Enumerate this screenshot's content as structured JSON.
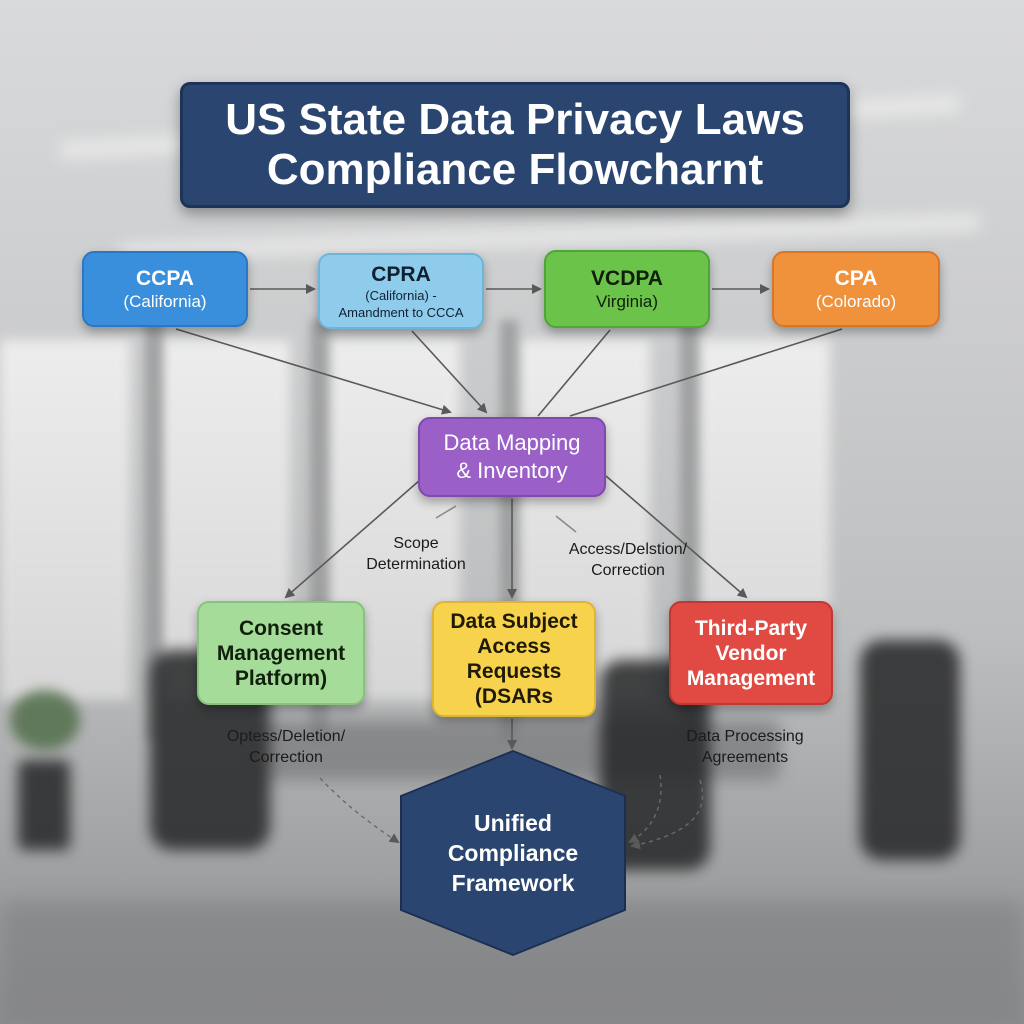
{
  "title": {
    "line1": "US State Data Privacy Laws",
    "line2": "Compliance Flowcharnt"
  },
  "laws": [
    {
      "name": "CCPA",
      "detail": "(California)"
    },
    {
      "name": "CPRA",
      "detail": "(California) -",
      "detail2": "Amandment to CCCA"
    },
    {
      "name": "VCDPA",
      "detail": "Virginia)"
    },
    {
      "name": "CPA",
      "detail": "(Colorado)"
    }
  ],
  "hub": {
    "line1": "Data Mapping",
    "line2": "& Inventory"
  },
  "edge_labels": {
    "scope": {
      "line1": "Scope",
      "line2": "Determination"
    },
    "access": {
      "line1": "Access/Delstion/",
      "line2": "Correction"
    },
    "optess": {
      "line1": "Optess/Deletion/",
      "line2": "Correction"
    },
    "dpa": {
      "line1": "Data Processing",
      "line2": "Agreements"
    }
  },
  "outputs": [
    {
      "line1": "Consent",
      "line2": "Management",
      "line3": "Platform)"
    },
    {
      "line1": "Data Subject",
      "line2": "Access",
      "line3": "Requests",
      "line4": "(DSARs"
    },
    {
      "line1": "Third-Party",
      "line2": "Vendor",
      "line3": "Management"
    }
  ],
  "framework": {
    "line1": "Unified",
    "line2": "Compliance",
    "line3": "Framework"
  },
  "colors": {
    "title_bg": "#2a4570",
    "ccpa": "#3a8fdc",
    "cpra": "#8fccec",
    "vcdpa": "#6cc34a",
    "cpa": "#f0913c",
    "hub": "#9a60c8",
    "consent": "#a6dc9a",
    "dsar": "#f7d24c",
    "vendor": "#e04a42",
    "framework": "#2a4570",
    "arrow": "#5a5a5a"
  }
}
